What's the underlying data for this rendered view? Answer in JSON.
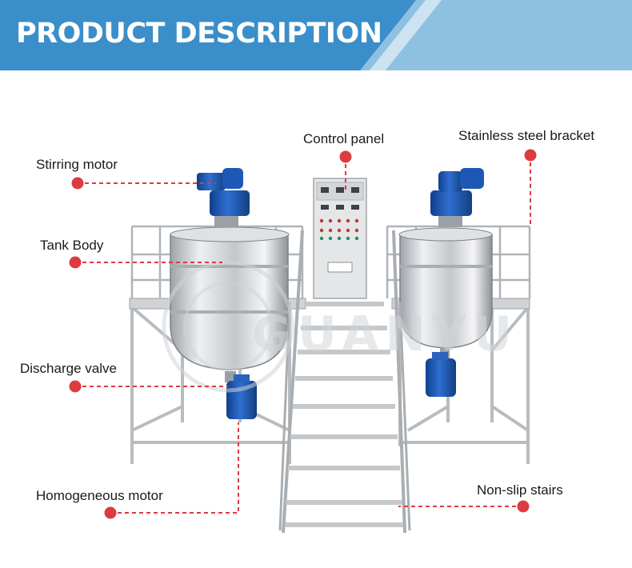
{
  "banner": {
    "title": "PRODUCT DESCRIPTION",
    "colors": {
      "primary": "#3a8ec9",
      "secondary": "#8ec1e1",
      "accent": "#cde3f1"
    }
  },
  "callout_color": "#dc3b40",
  "callouts": [
    {
      "id": "stirring-motor",
      "label": "Stirring motor"
    },
    {
      "id": "tank-body",
      "label": "Tank Body"
    },
    {
      "id": "discharge-valve",
      "label": "Discharge valve"
    },
    {
      "id": "homogeneous-motor",
      "label": "Homogeneous motor"
    },
    {
      "id": "control-panel",
      "label": "Control panel"
    },
    {
      "id": "stainless-steel-bracket",
      "label": "Stainless steel bracket"
    },
    {
      "id": "non-slip-stairs",
      "label": "Non-slip stairs"
    }
  ],
  "watermark_text": "GUANYU"
}
